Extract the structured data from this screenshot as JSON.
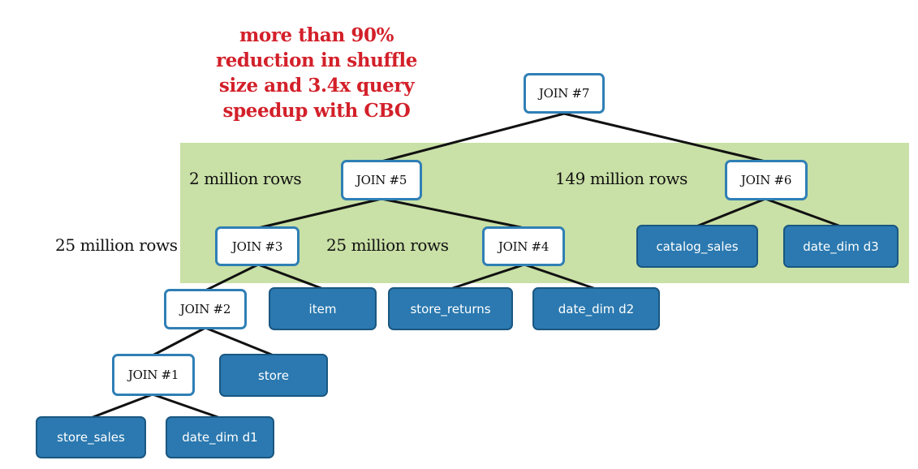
{
  "annotation": {
    "lines": [
      "more than 90%",
      "reduction in shuffle",
      "size and 3.4x query",
      "speedup with CBO"
    ],
    "color": "#d3202a"
  },
  "colors": {
    "highlight": "#c9e0a6",
    "join_border": "#2f7fb5",
    "table_fill": "#2b79b0"
  },
  "nodes": {
    "join7": "JOIN #7",
    "join5": "JOIN #5",
    "join6": "JOIN #6",
    "join3": "JOIN #3",
    "join4": "JOIN #4",
    "join2": "JOIN #2",
    "join1": "JOIN #1",
    "catalog_sales": "catalog_sales",
    "date_dim_d3": "date_dim d3",
    "item": "item",
    "store_returns": "store_returns",
    "date_dim_d2": "date_dim d2",
    "store": "store",
    "store_sales": "store_sales",
    "date_dim_d1": "date_dim d1"
  },
  "row_labels": {
    "join5": "2 million rows",
    "join6": "149 million rows",
    "join3": "25 million rows",
    "join4": "25 million rows"
  }
}
